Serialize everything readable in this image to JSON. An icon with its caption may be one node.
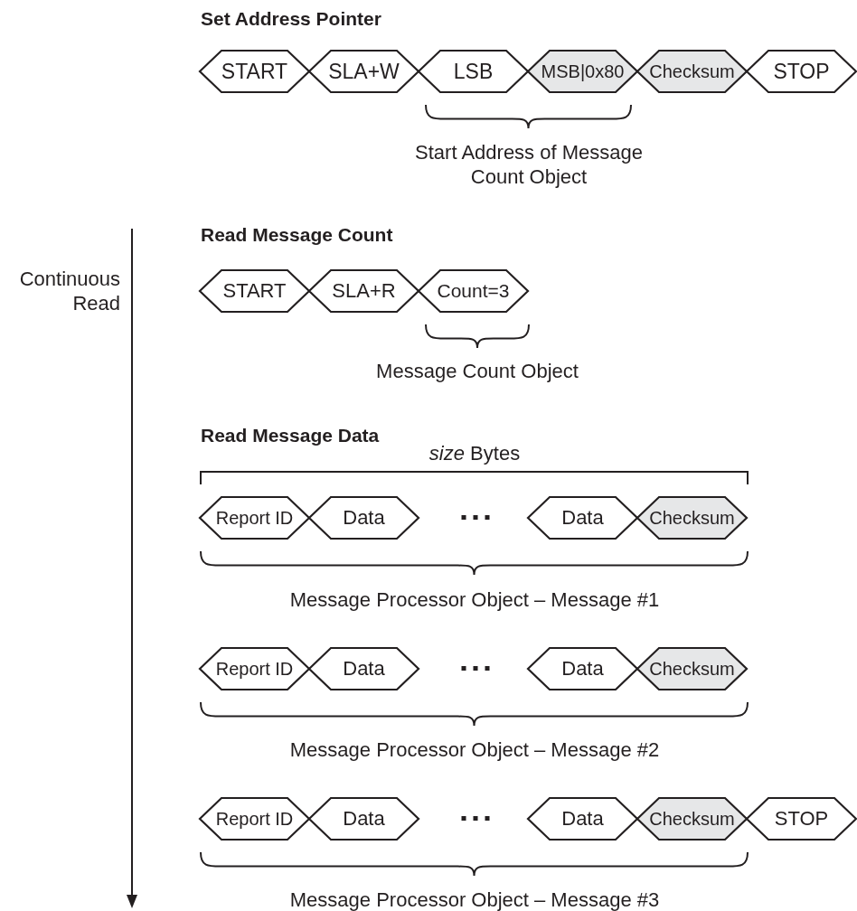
{
  "diagram": {
    "nodes": [
      {
        "text": [
          "START"
        ]
      },
      {
        "text": [
          "SLA+W"
        ]
      },
      {
        "text": [
          "LSB"
        ]
      },
      {
        "text": [
          "MSB|0x80"
        ]
      },
      {
        "text": [
          "Checksum"
        ]
      },
      {
        "text": [
          "STOP"
        ]
      },
      {
        "text": [
          "START"
        ]
      },
      {
        "text": [
          "SLA+R"
        ]
      },
      {
        "text": [
          "Count=3"
        ]
      },
      {
        "text": [
          "Report ID"
        ]
      },
      {
        "text": [
          "Data"
        ]
      },
      {
        "text": [
          "Data"
        ]
      },
      {
        "text": [
          "Checksum"
        ]
      },
      {
        "text": [
          "Report ID"
        ]
      },
      {
        "text": [
          "Data"
        ]
      },
      {
        "text": [
          "Data"
        ]
      },
      {
        "text": [
          "Checksum"
        ]
      },
      {
        "text": [
          "Report ID"
        ]
      },
      {
        "text": [
          "Data"
        ]
      },
      {
        "text": [
          "Data"
        ]
      },
      {
        "text": [
          "Checksum"
        ]
      },
      {
        "text": [
          "STOP"
        ]
      }
    ],
    "edges": [],
    "labels": [
      "Set Address Pointer",
      "Start Address of Message Count Object",
      "Continuous Read",
      "Read Message Count",
      "Message Count Object",
      "Read Message Data",
      "*size* Bytes",
      "Message Processor Object – Message #1",
      "Message Processor Object – Message #2",
      "Message Processor Object – Message #3"
    ]
  }
}
